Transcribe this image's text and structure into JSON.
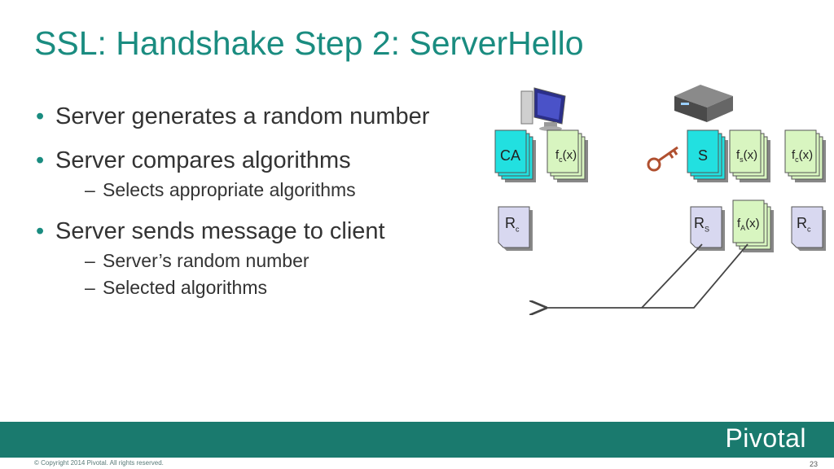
{
  "slide": {
    "title": "SSL: Handshake Step 2: ServerHello",
    "bullets": [
      {
        "text": "Server generates a random number"
      },
      {
        "text": "Server compares algorithms",
        "sub": [
          "Selects appropriate algorithms"
        ]
      },
      {
        "text": "Server sends message to client",
        "sub": [
          "Server’s random number",
          "Selected algorithms"
        ]
      }
    ]
  },
  "diagram": {
    "client": {
      "icon": "computer-monitor-icon",
      "cards": [
        {
          "label": "CA",
          "color": "#22e0e0"
        },
        {
          "label_main": "f",
          "label_sub": "c",
          "label_tail": "(x)",
          "color": "#d8f5c0"
        },
        {
          "label_main": "R",
          "label_sub": "c",
          "label_tail": "",
          "color": "#d8d8f0"
        }
      ]
    },
    "server": {
      "icon": "server-icon",
      "key_icon": "key-icon",
      "cards": [
        {
          "label": "S",
          "color": "#22e0e0"
        },
        {
          "label_main": "f",
          "label_sub": "s",
          "label_tail": "(x)",
          "color": "#d8f5c0"
        },
        {
          "label_main": "f",
          "label_sub": "c",
          "label_tail": "(x)",
          "color": "#d8f5c0"
        },
        {
          "label_main": "R",
          "label_sub": "S",
          "label_tail": "",
          "color": "#d8d8f0"
        },
        {
          "label_main": "f",
          "label_sub": "A",
          "label_tail": "(x)",
          "color": "#d8f5c0"
        },
        {
          "label_main": "R",
          "label_sub": "c",
          "label_tail": "",
          "color": "#d8d8f0"
        }
      ]
    }
  },
  "footer": {
    "logo": "Pivotal",
    "copyright": "© Copyright 2014 Pivotal. All rights reserved.",
    "page_number": "23",
    "bar_color": "#1a7a6e"
  }
}
